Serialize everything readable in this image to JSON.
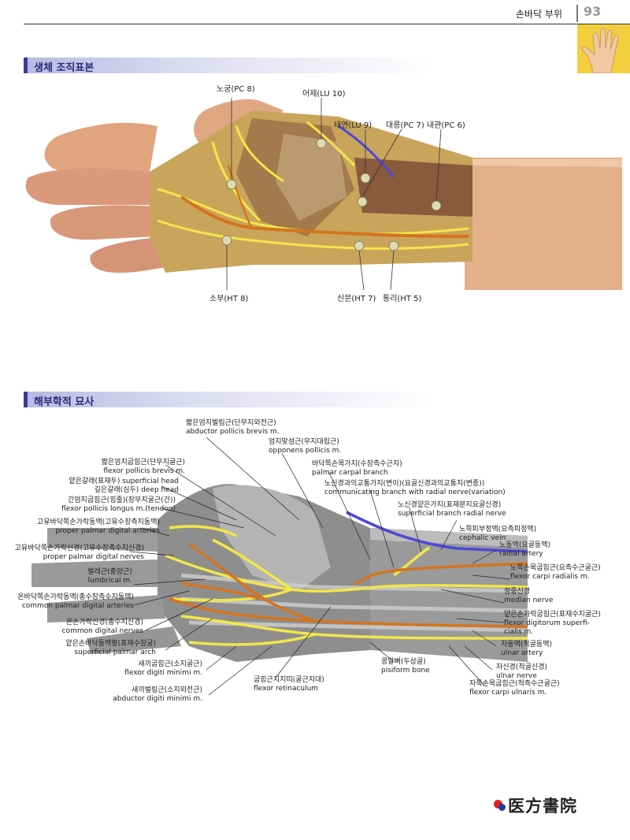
{
  "header": {
    "title": "손바닥 부위",
    "page_number": "93"
  },
  "sections": {
    "specimen": "생체 조직표본",
    "anatomy": "해부학적 묘사"
  },
  "photo_labels": {
    "pc8": "노궁(PC 8)",
    "lu10": "어제(LU 10)",
    "lu9": "태연(LU 9)",
    "pc7": "대릉(PC 7)",
    "pc6": "내관(PC 6)",
    "ht8": "소부(HT 8)",
    "ht7": "신문(HT 7)",
    "ht5": "통리(HT 5)"
  },
  "anatomy_labels": {
    "apb": {
      "ko": "짧은엄지벌림근(단무지외전근)",
      "en": "abductor pollicis brevis m."
    },
    "op": {
      "ko": "엄지맞섬근(무지대립근)",
      "en": "opponens pollicis m."
    },
    "pcb": {
      "ko": "바닥쪽손목가지(수장측수근지)",
      "en": "palmar carpal branch"
    },
    "comm": {
      "ko": "노신경과의교통가지(변이)(요골신경과의교통지(변종))",
      "en": "communicating branch with radial nerve(variation)"
    },
    "sbrn": {
      "ko": "노신경얕은가지(표재분지요골신경)",
      "en": "superficial branch radial nerve"
    },
    "cv": {
      "ko": "노쪽피부정맥(요측피정맥)",
      "en": "cephalic vein"
    },
    "ra": {
      "ko": "노동맥(요골동맥)",
      "en": "radial artery"
    },
    "fcr": {
      "ko": "노쪽손목굽힘근(요측수근굴근)",
      "en": "flexor carpi radialis m."
    },
    "mn": {
      "ko": "정중신경",
      "en": "median nerve"
    },
    "fds": {
      "ko": "얕은손가락굽힘근(표재수지굴근)",
      "en": "flexor digitorum superfi-",
      "en2": "cialis m."
    },
    "ua": {
      "ko": "자동맥(척골동맥)",
      "en": "ulnar artery"
    },
    "un": {
      "ko": "자신경(척골신경)",
      "en": "ulnar nerve"
    },
    "fcu": {
      "ko": "자쪽손목굽힘근(척측수근굴근)",
      "en": "flexor carpi ulnaris m."
    },
    "pis": {
      "ko": "콩알뼈(두상골)",
      "en": "pisiform bone"
    },
    "fr": {
      "ko": "굽힘근지지띠(굴근지대)",
      "en": "flexor retinaculum"
    },
    "adm": {
      "ko": "새끼벌림근(소지외전근)",
      "en": "abductor digiti minimi m."
    },
    "fdm": {
      "ko": "새끼굽힘근(소지굴근)",
      "en": "flexor digiti minimi m."
    },
    "spa": {
      "ko": "얕은손바닥동맥활(표재수장궁)",
      "en": "superficial palmar arch"
    },
    "cdn": {
      "ko": "온손가락신경(총수지신경)",
      "en": "common digital nerves"
    },
    "cpda": {
      "ko": "온바닥쪽손가락동맥(총수장측수지동맥)",
      "en": "common palmar digital arteries"
    },
    "lum": {
      "ko": "벌레근(충양근)",
      "en": "lumbrical m."
    },
    "ppdn": {
      "ko": "고유바닥쪽손가락신경(고유수장측수지신경)",
      "en": "proper palmar digital nerves"
    },
    "ppda": {
      "ko": "고유바닥쪽손가락동맥(고유수장측지동맥)",
      "en": "proper palmar digital arteries"
    },
    "fpl": {
      "ko": "긴엄지굽힘근(힘줄)(장무지굴근(건))",
      "en": "flexor pollicis longus m.(tendon)"
    },
    "shead": {
      "ko": "얕은갈래(표재두) superficial head"
    },
    "dhead": {
      "ko": "깊은갈래(심두) deep head"
    },
    "fpb": {
      "ko": "짧은엄지굽힘근(단무지굴근)",
      "en": "flexor pollicis brevis m."
    }
  },
  "publisher": "医方書院",
  "colors": {
    "nerve": "#f2e64b",
    "artery": "#d4741d",
    "vein": "#4a4ad6",
    "section_accent": "#3b3b9b",
    "tab": "#f3cf40"
  }
}
